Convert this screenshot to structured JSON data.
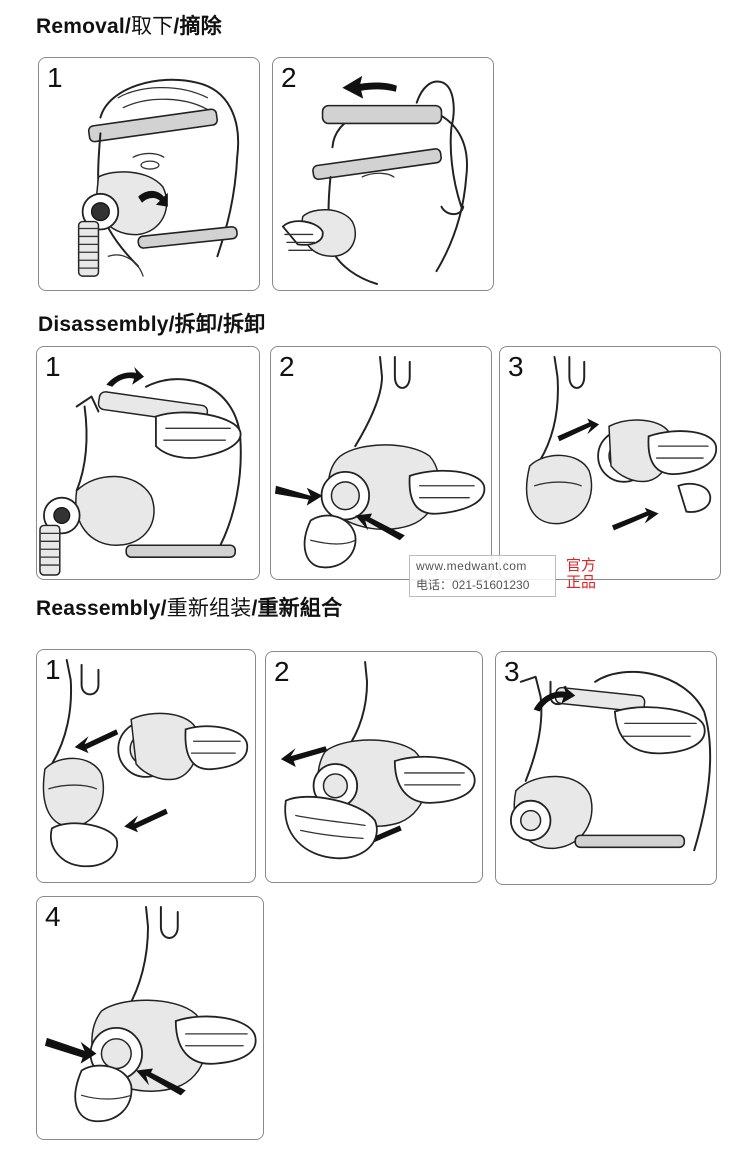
{
  "sections": {
    "removal": {
      "title": "Removal/",
      "cn1": "取下",
      "sep": "/",
      "cn2": "摘除",
      "panels": [
        "1",
        "2"
      ]
    },
    "disassembly": {
      "title": "Disassembly/拆卸/拆卸",
      "panels": [
        "1",
        "2",
        "3"
      ]
    },
    "reassembly": {
      "title": "Reassembly/",
      "cn1": "重新组装",
      "sep": "/",
      "cn2": "重新組合",
      "panels": [
        "1",
        "2",
        "3",
        "4"
      ]
    }
  },
  "watermark": {
    "line1": "www.medwant.com",
    "line2": "电话：021-51601230"
  },
  "seal": {
    "line1": "官方",
    "line2": "正品"
  },
  "colors": {
    "border": "#8a8a8a",
    "seal": "#e02222"
  }
}
